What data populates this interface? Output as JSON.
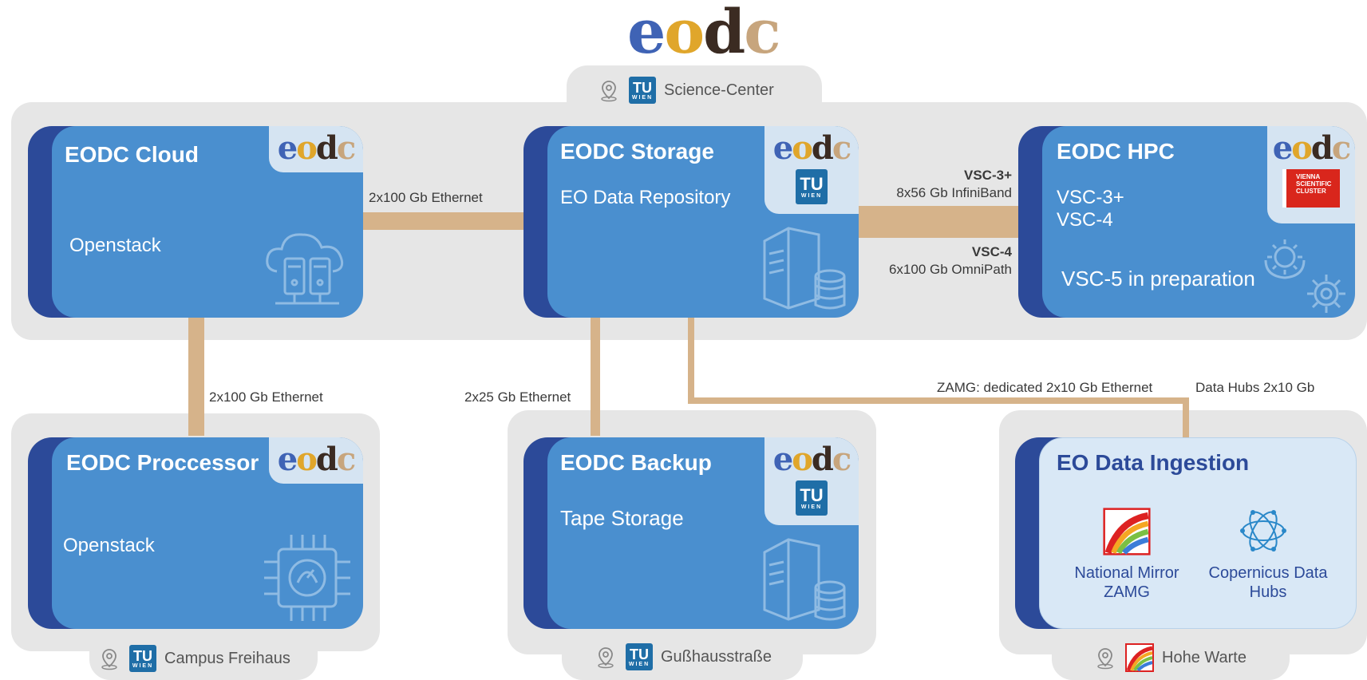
{
  "brand": {
    "logo_text": "eodc"
  },
  "tu_logo": {
    "top": "TU",
    "bottom": "WIEN"
  },
  "sites": {
    "science_center": "Science-Center",
    "campus_freihaus": "Campus Freihaus",
    "gusshausstrasse": "Gußhausstraße",
    "hohe_warte": "Hohe Warte"
  },
  "nodes": {
    "cloud": {
      "title": "EODC Cloud",
      "subtitle": "Openstack"
    },
    "storage": {
      "title": "EODC Storage",
      "subtitle": "EO Data Repository"
    },
    "hpc": {
      "title": "EODC HPC",
      "line1": "VSC-3+",
      "line2": "VSC-4",
      "line3": "VSC-5 in preparation",
      "badge": "VIENNA SCIENTIFIC CLUSTER"
    },
    "processor": {
      "title": "EODC Proccessor",
      "subtitle": "Openstack"
    },
    "backup": {
      "title": "EODC Backup",
      "subtitle": "Tape Storage"
    },
    "ingestion": {
      "title": "EO Data Ingestion",
      "source1": "National Mirror ZAMG",
      "source2": "Copernicus Data Hubs"
    }
  },
  "links": {
    "cloud_storage": "2x100 Gb Ethernet",
    "cloud_processor": "2x100 Gb Ethernet",
    "storage_backup": "2x25 Gb Ethernet",
    "storage_hpc_a_name": "VSC-3+",
    "storage_hpc_a_speed": "8x56 Gb InfiniBand",
    "storage_hpc_b_name": "VSC-4",
    "storage_hpc_b_speed": "6x100 Gb OmniPath",
    "storage_ingestion_zamg": "ZAMG: dedicated 2x10 Gb Ethernet",
    "storage_ingestion_hubs": "Data Hubs 2x10 Gb"
  },
  "colors": {
    "card_blue": "#4a8fcf",
    "card_stripe": "#2c4a99",
    "connector": "#d6b38a",
    "region_gray": "#e6e6e6"
  }
}
